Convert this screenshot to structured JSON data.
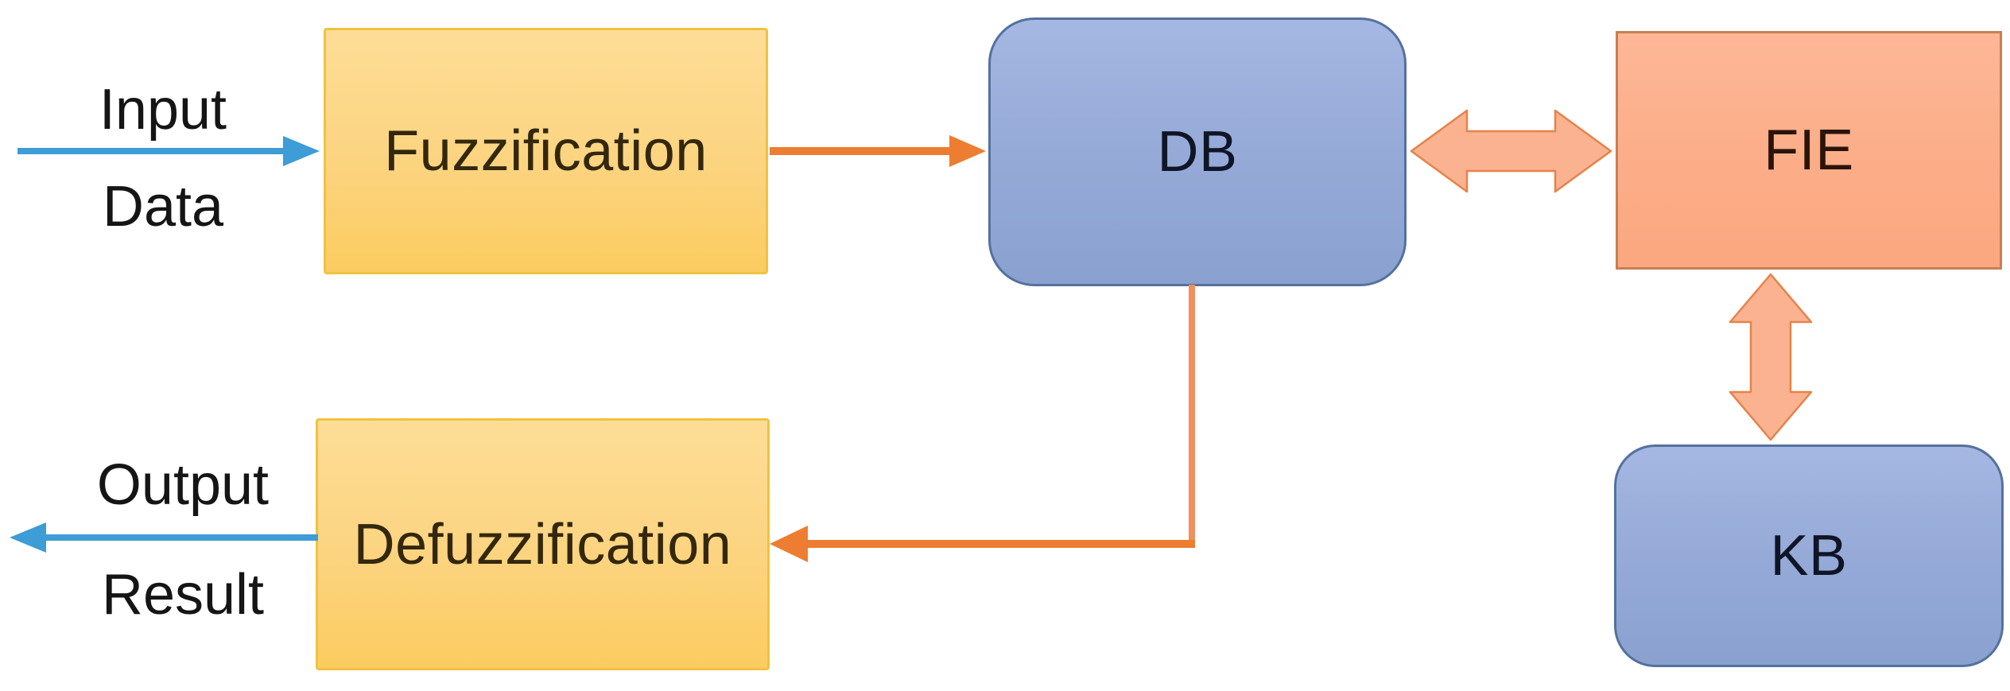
{
  "diagram": {
    "description": "Block diagram of a fuzzy logic inference system",
    "nodes": {
      "fuzzification": {
        "label": "Fuzzification",
        "shape": "rectangle",
        "fill": "#fcd480",
        "border": "#f0c23f"
      },
      "db": {
        "label": "DB",
        "shape": "rounded-rectangle",
        "fill": "#96aad8",
        "border": "#54719f"
      },
      "fie": {
        "label": "FIE",
        "shape": "rectangle",
        "fill": "#fcae89",
        "border": "#c87e55"
      },
      "kb": {
        "label": "KB",
        "shape": "rounded-rectangle",
        "fill": "#96aad8",
        "border": "#54719f"
      },
      "defuzzification": {
        "label": "Defuzzification",
        "shape": "rectangle",
        "fill": "#fcd480",
        "border": "#f0c23f"
      }
    },
    "external_labels": {
      "input": {
        "line1": "Input",
        "line2": "Data"
      },
      "output": {
        "line1": "Output",
        "line2": "Result"
      }
    },
    "edges": [
      {
        "from": "input-data",
        "to": "fuzzification",
        "style": "thin",
        "color": "#3e9cd6",
        "direction": "one-way-right"
      },
      {
        "from": "fuzzification",
        "to": "db",
        "style": "thin",
        "color": "#ed7d31",
        "direction": "one-way-right"
      },
      {
        "from": "db",
        "to": "fie",
        "style": "block-double",
        "color": "#fbb290",
        "direction": "two-way-horizontal"
      },
      {
        "from": "fie",
        "to": "kb",
        "style": "block-double",
        "color": "#fbb290",
        "direction": "two-way-vertical"
      },
      {
        "from": "db",
        "to": "defuzzification",
        "style": "thin-elbow",
        "color": "#ed7d31",
        "direction": "one-way-left"
      },
      {
        "from": "defuzzification",
        "to": "output-result",
        "style": "thin",
        "color": "#3e9cd6",
        "direction": "one-way-left"
      }
    ],
    "colors": {
      "blue_arrow": "#3e9cd6",
      "orange_arrow": "#ed7d31",
      "orange_arrow_light": "#f0905c",
      "block_arrow_fill": "#fbb290",
      "block_arrow_stroke": "#e58349",
      "background": "#ffffff"
    }
  }
}
